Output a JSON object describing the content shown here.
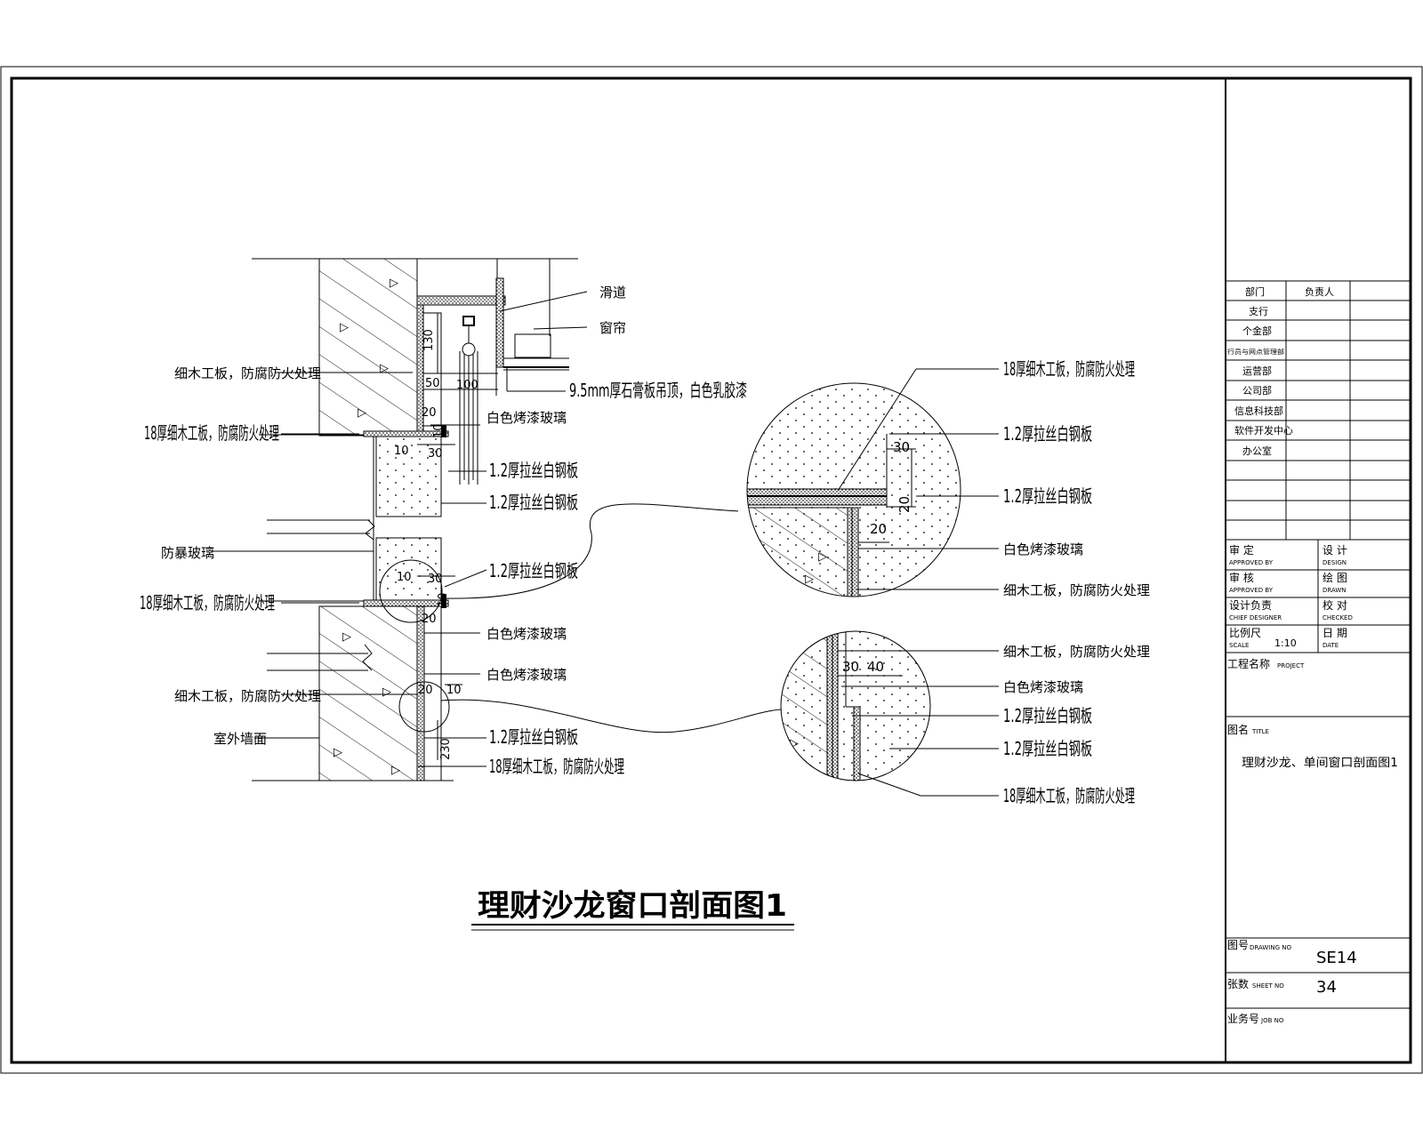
{
  "title": "理财沙龙窗口剖面图1",
  "section_labels": {
    "chuangdao": "滑道",
    "chuanglian": "窗帘",
    "shigao": "9.5mm厚石膏板吊顶，白色乳胶漆",
    "xmgb1": "细木工板，防腐防火处理",
    "xmgb18_1": "18厚细木工板，防腐防火处理",
    "glass1": "白色烤漆玻璃",
    "steel1": "1.2厚拉丝白钢板",
    "steel2": "1.2厚拉丝白钢板",
    "fangbao": "防暴玻璃",
    "steel3": "1.2厚拉丝白钢板",
    "xmgb18_2": "18厚细木工板，防腐防火处理",
    "glass2": "白色烤漆玻璃",
    "glass3": "白色烤漆玻璃",
    "xmgb2": "细木工板，防腐防火处理",
    "waiqiang": "室外墙面",
    "steel4": "1.2厚拉丝白钢板",
    "xmgb18_3": "18厚细木工板，防腐防火处理"
  },
  "detail_top_labels": {
    "a": "18厚细木工板，防腐防火处理",
    "b": "1.2厚拉丝白钢板",
    "c": "1.2厚拉丝白钢板",
    "d": "白色烤漆玻璃",
    "e": "细木工板，防腐防火处理"
  },
  "detail_bottom_labels": {
    "a": "细木工板，防腐防火处理",
    "b": "白色烤漆玻璃",
    "c": "1.2厚拉丝白钢板",
    "d": "1.2厚拉丝白钢板",
    "e": "18厚细木工板，防腐防火处理"
  },
  "dims": {
    "d130": "130",
    "d50": "50",
    "d100": "100",
    "d20a": "20",
    "d10a": "10",
    "d10b": "10",
    "d30a": "30",
    "d10c": "10",
    "d30b": "30",
    "d10d": "10",
    "d20b": "20",
    "d10e": "10",
    "d20c": "20",
    "d230": "230",
    "dt30": "30",
    "dt20a": "20",
    "dt20b": "20",
    "db30": "30",
    "db40": "40"
  },
  "title_block": {
    "dept_header": "部门",
    "person_header": "负责人",
    "depts": [
      "支行",
      "个金部",
      "行员与网点管理部",
      "运营部",
      "公司部",
      "信息科技部",
      "软件开发中心",
      "办公室"
    ],
    "shending": "审  定",
    "shending_en": "APPROVED BY",
    "shenhe": "审  核",
    "shenhe_en": "APPROVED BY",
    "sheji_fuze": "设计负责",
    "sheji_fuze_en": "CHIEF DESIGNER",
    "bili": "比例尺",
    "bili_en": "SCALE",
    "bili_val": "1:10",
    "sheji": "设  计",
    "sheji_en": "DESIGN",
    "huitu": "绘  图",
    "huitu_en": "DRAWN",
    "jiaodui": "校  对",
    "jiaodui_en": "CHECKED",
    "riqi": "日  期",
    "riqi_en": "DATE",
    "project_label": "工程名称",
    "project_en": "PROJECT",
    "tuming_label": "图名",
    "tuming_en": "TITLE",
    "tuming_val": "理财沙龙、单间窗口剖面图1",
    "tuhao_label": "图号",
    "tuhao_en": "DRAWING NO",
    "tuhao_val": "SE14",
    "zhangshu_label": "张数",
    "zhangshu_en": "SHEET NO",
    "zhangshu_val": "34",
    "yewu_label": "业务号",
    "yewu_en": "JOB NO"
  }
}
